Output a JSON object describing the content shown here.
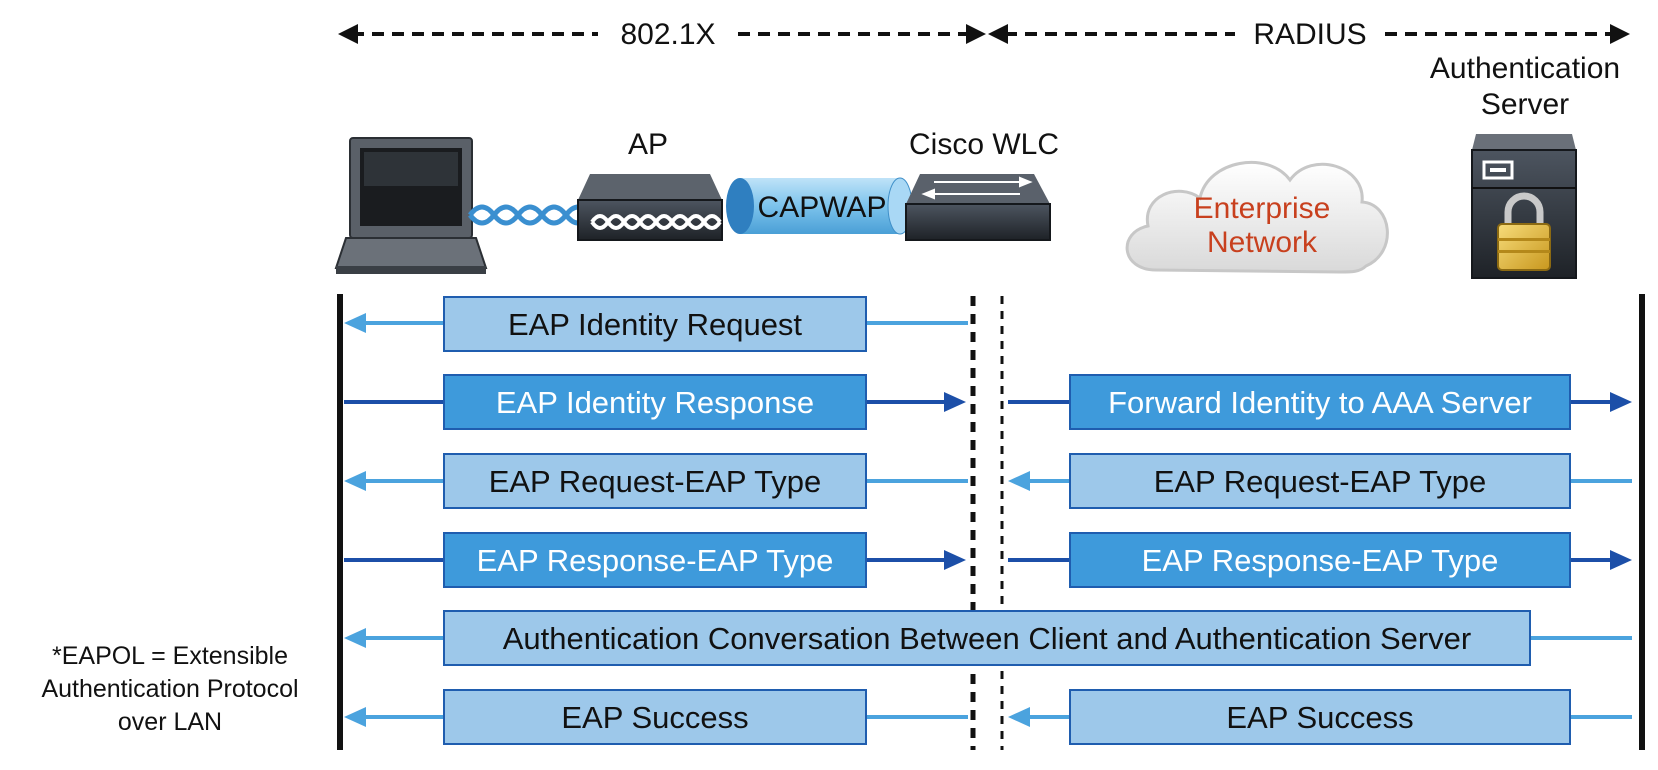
{
  "protocols": {
    "left": "802.1X",
    "right": "RADIUS"
  },
  "devices": {
    "client": {
      "icon": "laptop-icon"
    },
    "ap": {
      "label": "AP",
      "icon": "access-point-icon"
    },
    "tunnel": {
      "label": "CAPWAP",
      "icon": "capwap-tunnel-icon"
    },
    "wlc": {
      "label": "Cisco WLC",
      "icon": "controller-icon"
    },
    "network": {
      "line1": "Enterprise",
      "line2": "Network",
      "icon": "cloud-icon"
    },
    "server": {
      "line1": "Authentication",
      "line2": "Server",
      "icon": "server-lock-icon"
    }
  },
  "messages": {
    "identity_request": "EAP Identity Request",
    "identity_response": "EAP Identity Response",
    "forward_identity": "Forward Identity to AAA Server",
    "request_type_client": "EAP Request-EAP Type",
    "request_type_server": "EAP Request-EAP Type",
    "response_type_client": "EAP Response-EAP Type",
    "response_type_server": "EAP Response-EAP Type",
    "conversation": "Authentication Conversation Between Client and Authentication Server",
    "success_client": "EAP Success",
    "success_server": "EAP Success"
  },
  "footnote": {
    "line1": "*EAPOL = Extensible",
    "line2": "Authentication Protocol",
    "line3": "over LAN"
  },
  "colors": {
    "light_box": "#9DC8EA",
    "light_arrow": "#4BA3DE",
    "dark_box": "#3E9ADB",
    "dark_arrow": "#1C4FA8",
    "box_border": "#1F5DAF",
    "cloud_text": "#C8401E"
  }
}
